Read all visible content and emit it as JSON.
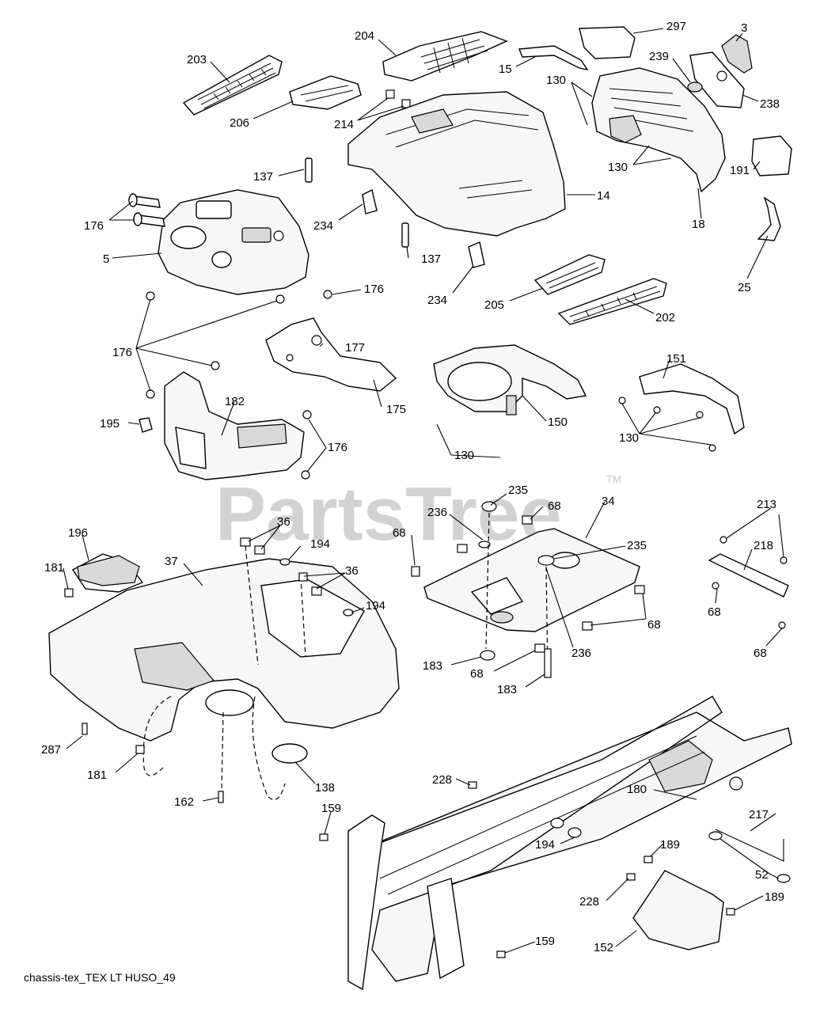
{
  "watermark": {
    "text": "PartsTree",
    "trademark": "TM"
  },
  "caption": "chassis-tex_TEX LT HUSO_49",
  "parts": [
    {
      "id": "p203",
      "label": "203"
    },
    {
      "id": "p204",
      "label": "204"
    },
    {
      "id": "p297",
      "label": "297"
    },
    {
      "id": "p3",
      "label": "3"
    },
    {
      "id": "p15",
      "label": "15"
    },
    {
      "id": "p239",
      "label": "239"
    },
    {
      "id": "p130a",
      "label": "130"
    },
    {
      "id": "p238",
      "label": "238"
    },
    {
      "id": "p206",
      "label": "206"
    },
    {
      "id": "p214",
      "label": "214"
    },
    {
      "id": "p130b",
      "label": "130"
    },
    {
      "id": "p137a",
      "label": "137"
    },
    {
      "id": "p191",
      "label": "191"
    },
    {
      "id": "p14",
      "label": "14"
    },
    {
      "id": "p176a",
      "label": "176"
    },
    {
      "id": "p234a",
      "label": "234"
    },
    {
      "id": "p18",
      "label": "18"
    },
    {
      "id": "p5",
      "label": "5"
    },
    {
      "id": "p137b",
      "label": "137"
    },
    {
      "id": "p25",
      "label": "25"
    },
    {
      "id": "p176b",
      "label": "176"
    },
    {
      "id": "p234b",
      "label": "234"
    },
    {
      "id": "p205",
      "label": "205"
    },
    {
      "id": "p202",
      "label": "202"
    },
    {
      "id": "p177",
      "label": "177"
    },
    {
      "id": "p176c",
      "label": "176"
    },
    {
      "id": "p151",
      "label": "151"
    },
    {
      "id": "p182",
      "label": "182"
    },
    {
      "id": "p175",
      "label": "175"
    },
    {
      "id": "p195",
      "label": "195"
    },
    {
      "id": "p150",
      "label": "150"
    },
    {
      "id": "p130c",
      "label": "130"
    },
    {
      "id": "p176d",
      "label": "176"
    },
    {
      "id": "p130d",
      "label": "130"
    },
    {
      "id": "p235a",
      "label": "235"
    },
    {
      "id": "p236a",
      "label": "236"
    },
    {
      "id": "p68a",
      "label": "68"
    },
    {
      "id": "p34",
      "label": "34"
    },
    {
      "id": "p213",
      "label": "213"
    },
    {
      "id": "p196",
      "label": "196"
    },
    {
      "id": "p36a",
      "label": "36"
    },
    {
      "id": "p68b",
      "label": "68"
    },
    {
      "id": "p194a",
      "label": "194"
    },
    {
      "id": "p235b",
      "label": "235"
    },
    {
      "id": "p218",
      "label": "218"
    },
    {
      "id": "p181a",
      "label": "181"
    },
    {
      "id": "p37",
      "label": "37"
    },
    {
      "id": "p36b",
      "label": "36"
    },
    {
      "id": "p194b",
      "label": "194"
    },
    {
      "id": "p68c",
      "label": "68"
    },
    {
      "id": "p68d",
      "label": "68"
    },
    {
      "id": "p236b",
      "label": "236"
    },
    {
      "id": "p68e",
      "label": "68"
    },
    {
      "id": "p183a",
      "label": "183"
    },
    {
      "id": "p68f",
      "label": "68"
    },
    {
      "id": "p183b",
      "label": "183"
    },
    {
      "id": "p287",
      "label": "287"
    },
    {
      "id": "p181b",
      "label": "181"
    },
    {
      "id": "p138",
      "label": "138"
    },
    {
      "id": "p228a",
      "label": "228"
    },
    {
      "id": "p162",
      "label": "162"
    },
    {
      "id": "p180",
      "label": "180"
    },
    {
      "id": "p159a",
      "label": "159"
    },
    {
      "id": "p217",
      "label": "217"
    },
    {
      "id": "p194c",
      "label": "194"
    },
    {
      "id": "p189a",
      "label": "189"
    },
    {
      "id": "p52",
      "label": "52"
    },
    {
      "id": "p228b",
      "label": "228"
    },
    {
      "id": "p189b",
      "label": "189"
    },
    {
      "id": "p159b",
      "label": "159"
    },
    {
      "id": "p152",
      "label": "152"
    }
  ]
}
